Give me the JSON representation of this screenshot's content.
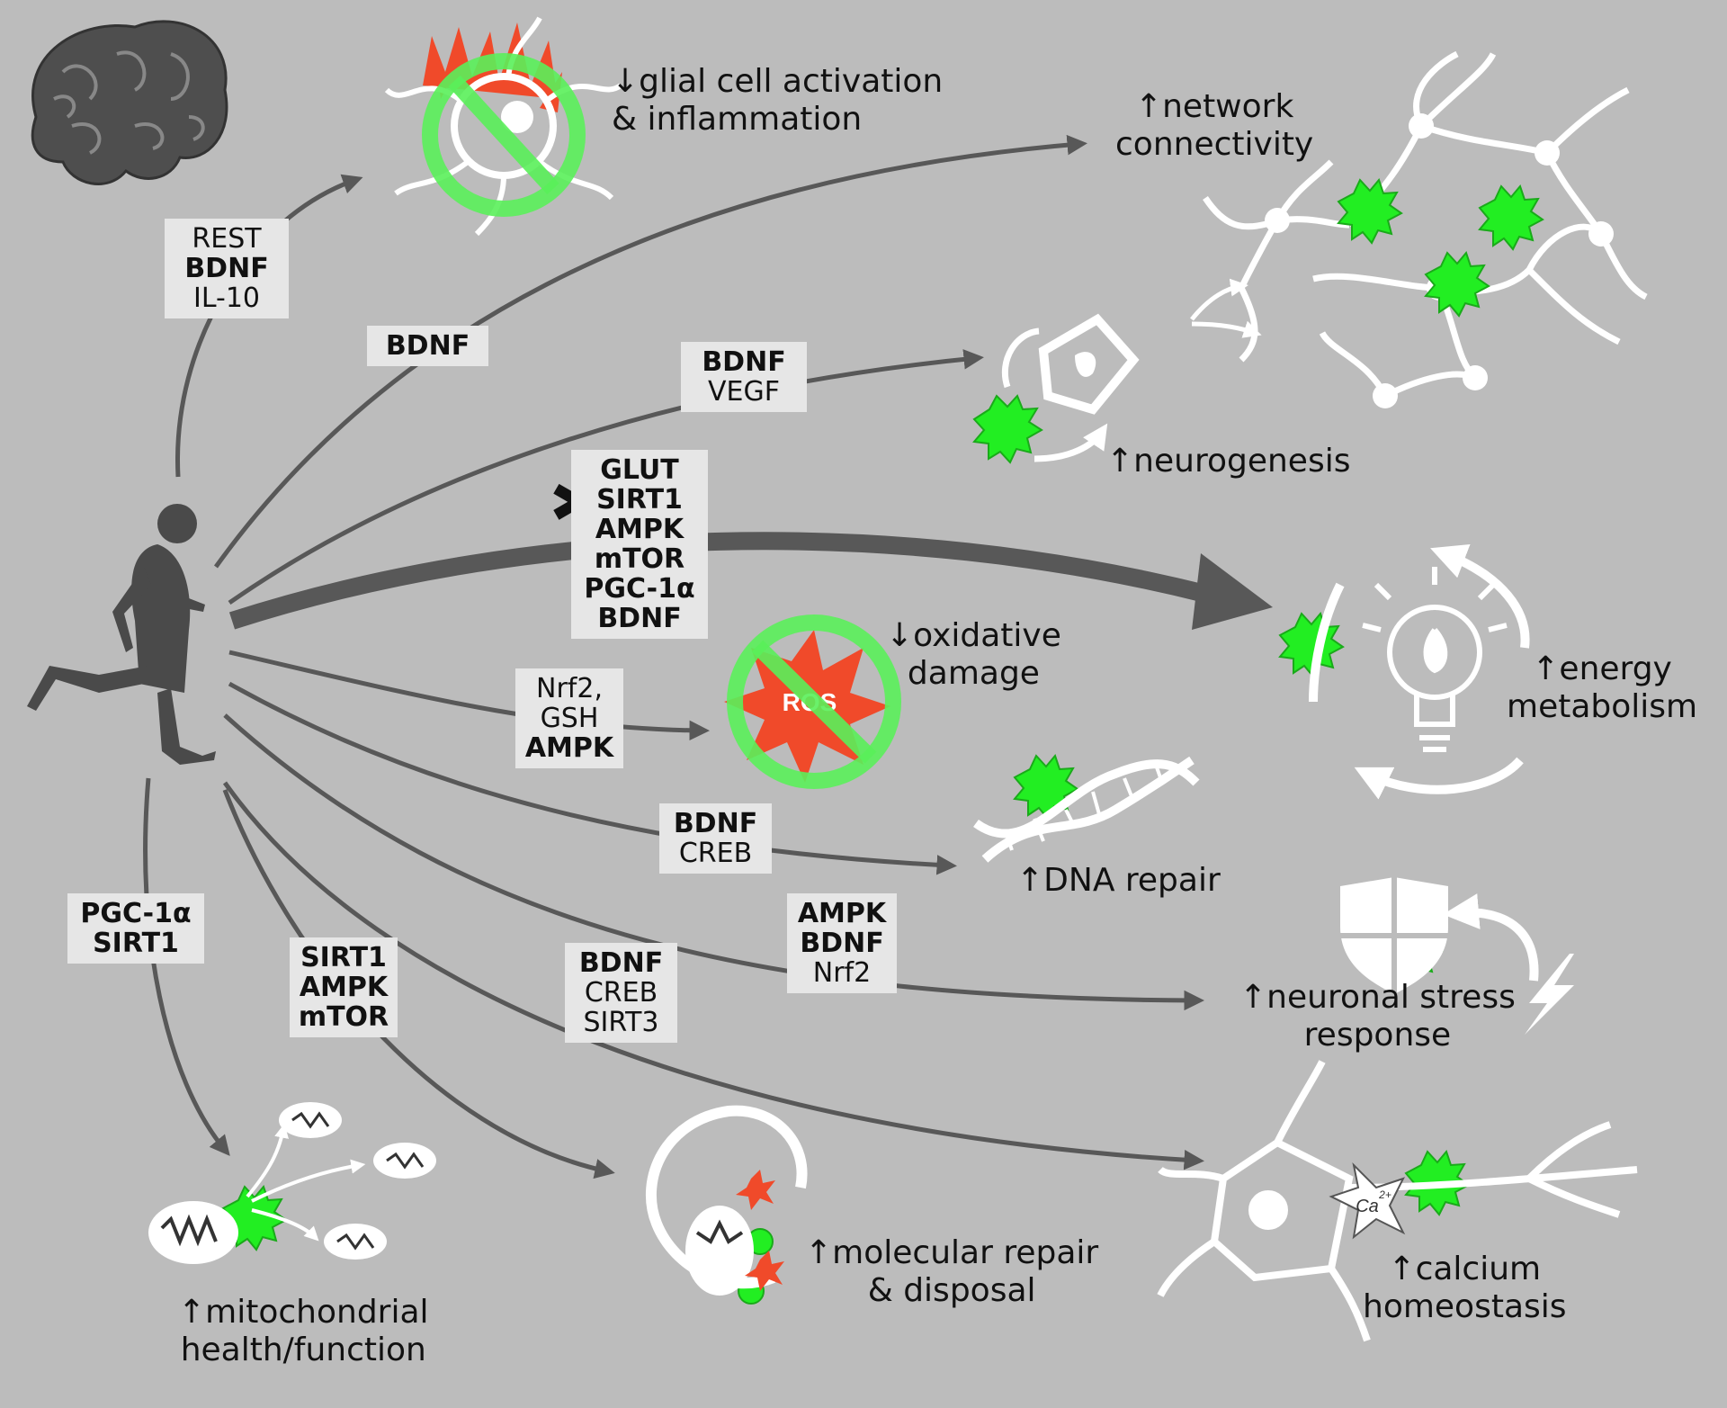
{
  "labels": {
    "glia": {
      "lines": [
        {
          "text": "REST",
          "bold": false
        },
        {
          "text": "BDNF",
          "bold": true
        },
        {
          "text": "IL-10",
          "bold": false
        }
      ]
    },
    "connectivity": {
      "lines": [
        {
          "text": "BDNF",
          "bold": true
        }
      ]
    },
    "neurogenesis": {
      "lines": [
        {
          "text": "BDNF",
          "bold": true
        },
        {
          "text": "VEGF",
          "bold": false
        }
      ]
    },
    "energy": {
      "lines": [
        {
          "text": "GLUT",
          "bold": true
        },
        {
          "text": "SIRT1",
          "bold": true
        },
        {
          "text": "AMPK",
          "bold": true
        },
        {
          "text": "mTOR",
          "bold": true
        },
        {
          "text": "PGC-1α",
          "bold": true
        },
        {
          "text": "BDNF",
          "bold": true
        }
      ]
    },
    "oxidative": {
      "lines": [
        {
          "text": "Nrf2,",
          "bold": false
        },
        {
          "text": "GSH",
          "bold": false
        },
        {
          "text": "AMPK",
          "bold": true
        }
      ]
    },
    "dna": {
      "lines": [
        {
          "text": "BDNF",
          "bold": true
        },
        {
          "text": "CREB",
          "bold": false
        }
      ]
    },
    "stress": {
      "lines": [
        {
          "text": "AMPK",
          "bold": true
        },
        {
          "text": "BDNF",
          "bold": true
        },
        {
          "text": "Nrf2",
          "bold": false
        }
      ]
    },
    "mito": {
      "lines": [
        {
          "text": "PGC-1α",
          "bold": true
        },
        {
          "text": "SIRT1",
          "bold": true
        }
      ]
    },
    "repair": {
      "lines": [
        {
          "text": "SIRT1",
          "bold": true
        },
        {
          "text": "AMPK",
          "bold": true
        },
        {
          "text": "mTOR",
          "bold": true
        }
      ]
    },
    "calcium": {
      "lines": [
        {
          "text": "BDNF",
          "bold": true
        },
        {
          "text": "CREB",
          "bold": false
        },
        {
          "text": "SIRT3",
          "bold": false
        }
      ]
    }
  },
  "outcomes": {
    "glia": [
      "↓glial cell activation",
      "& inflammation"
    ],
    "connectivity": [
      "↑network",
      "connectivity"
    ],
    "neurogenesis": [
      "↑neurogenesis"
    ],
    "energy": [
      "↑energy",
      "metabolism"
    ],
    "oxidative": [
      "↓oxidative",
      "damage"
    ],
    "dna": [
      "↑DNA repair"
    ],
    "stress": [
      "↑neuronal stress",
      "response"
    ],
    "mito": [
      "↑mitochondrial",
      "health/function"
    ],
    "repair": [
      "↑molecular repair",
      "& disposal"
    ],
    "calcium": [
      "↑calcium",
      "homeostasis"
    ]
  },
  "icons": {
    "ros": "ROS",
    "calcium": "Ca",
    "calcium_sup": "2+",
    "asterisk": "✱"
  },
  "colors": {
    "background": "#bcbcbc",
    "label_box": "#e6e6e6",
    "arrow": "#585858",
    "highlight": "#22ee22",
    "inhibit": "#5af05a",
    "fire": "#f04a2a"
  }
}
